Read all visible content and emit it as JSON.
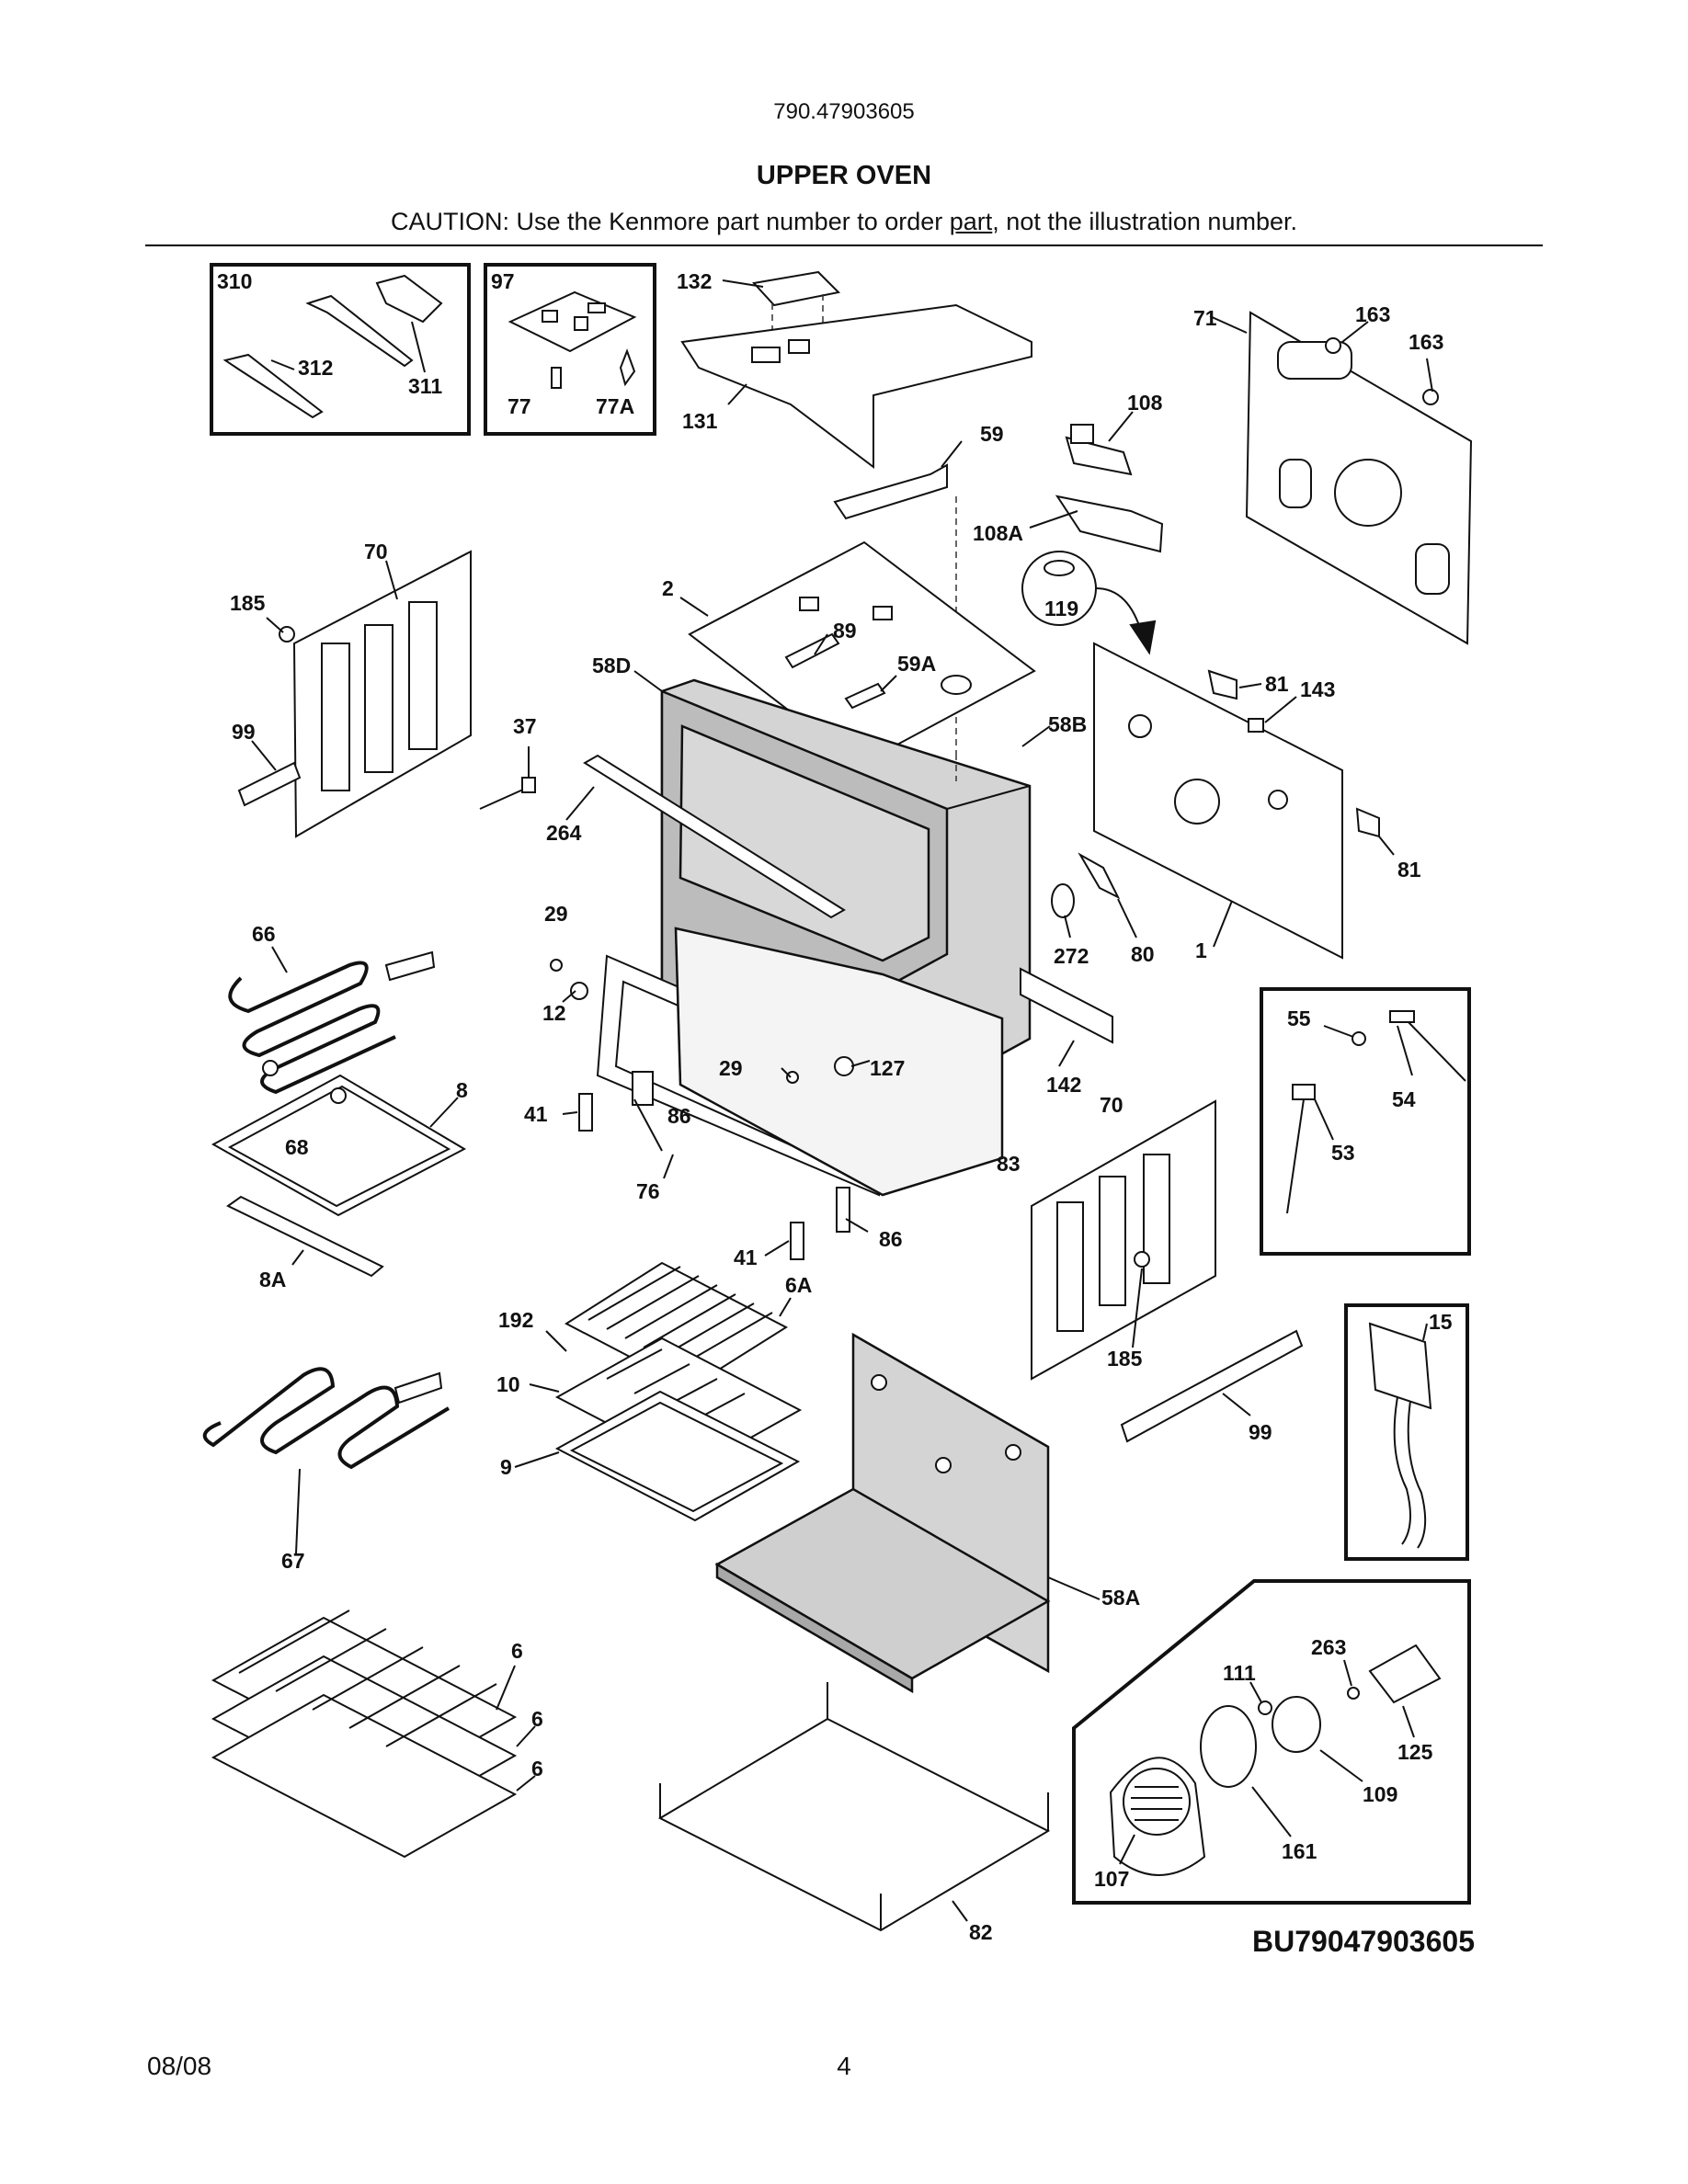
{
  "header": {
    "model_number": "790.47903605",
    "section_title": "UPPER OVEN",
    "caution_prefix": "CAUTION: Use the Kenmore part number to order ",
    "caution_underlined": "part",
    "caution_suffix": ", not the illustration number."
  },
  "callouts": {
    "c310": "310",
    "c312": "312",
    "c311": "311",
    "c97": "97",
    "c77": "77",
    "c77a": "77A",
    "c132": "132",
    "c131": "131",
    "c59": "59",
    "c163a": "163",
    "c163b": "163",
    "c71": "71",
    "c108": "108",
    "c108a": "108A",
    "c119": "119",
    "c70a": "70",
    "c185a": "185",
    "c99a": "99",
    "c2": "2",
    "c89": "89",
    "c58d": "58D",
    "c59a": "59A",
    "c58b": "58B",
    "c37": "37",
    "c264": "264",
    "c81a": "81",
    "c143": "143",
    "c81b": "81",
    "c66": "66",
    "c29a": "29",
    "c12": "12",
    "c272": "272",
    "c80": "80",
    "c1": "1",
    "c55": "55",
    "c54": "54",
    "c53": "53",
    "c68": "68",
    "c8": "8",
    "c41a": "41",
    "c86a": "86",
    "c29b": "29",
    "c127": "127",
    "c142": "142",
    "c70b": "70",
    "c83": "83",
    "c76": "76",
    "c8a": "8A",
    "c41b": "41",
    "c86b": "86",
    "c192": "192",
    "c6a": "6A",
    "c10": "10",
    "c9": "9",
    "c67": "67",
    "c185b": "185",
    "c99b": "99",
    "c15": "15",
    "c58a": "58A",
    "c6a1": "6",
    "c6a2": "6",
    "c6a3": "6",
    "c263": "263",
    "c111": "111",
    "c125": "125",
    "c109": "109",
    "c161": "161",
    "c107": "107",
    "c82": "82"
  },
  "footer": {
    "diagram_code": "BU79047903605",
    "date": "08/08",
    "page_number": "4"
  }
}
